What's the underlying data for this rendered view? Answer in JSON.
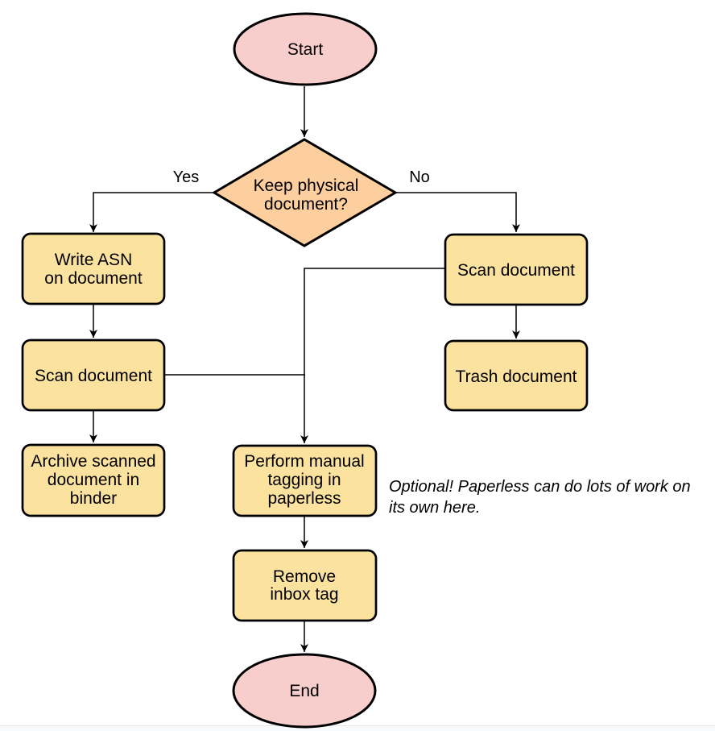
{
  "palette": {
    "terminal_fill": "#F8CECC",
    "decision_fill": "#FDCE9E",
    "process_fill": "#FBE29E",
    "stroke": "#000000",
    "divider": "#e8e8e8",
    "below_divider": "#f9fafb"
  },
  "nodes": {
    "start": {
      "label": "Start"
    },
    "decision": {
      "line1": "Keep physical",
      "line2": "document?"
    },
    "write_asn": {
      "line1": "Write ASN",
      "line2": "on document"
    },
    "scan_left": {
      "label": "Scan document"
    },
    "archive": {
      "line1": "Archive scanned",
      "line2": "document in",
      "line3": "binder"
    },
    "scan_right": {
      "label": "Scan document"
    },
    "trash": {
      "label": "Trash document"
    },
    "tagging": {
      "line1": "Perform manual",
      "line2": "tagging in",
      "line3": "paperless"
    },
    "remove_inbox": {
      "line1": "Remove",
      "line2": "inbox tag"
    },
    "end": {
      "label": "End"
    }
  },
  "edge_labels": {
    "yes": "Yes",
    "no": "No"
  },
  "note": {
    "line1": "Optional! Paperless can do lots of work on",
    "line2": "its own here."
  }
}
